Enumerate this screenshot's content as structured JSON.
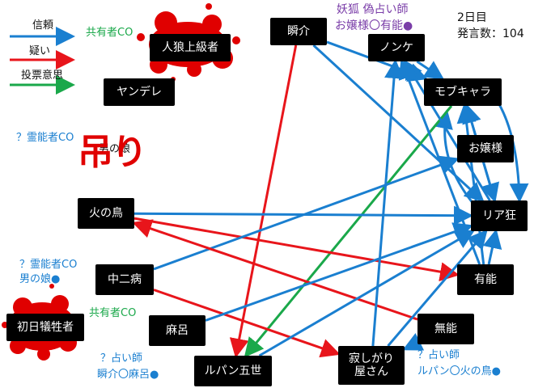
{
  "legend": {
    "trust": "信頼",
    "doubt": "疑い",
    "vote": "投票意思"
  },
  "day": {
    "line1": "2日目",
    "line2": "発言数：104"
  },
  "nodes": {
    "jinro": "人狼上級者",
    "yandere": "ヤンデレ",
    "otokonoko": "男の娘",
    "shunsuke": "瞬介",
    "nonke": "ノンケ",
    "mobu": "モブキャラ",
    "ojousama": "お嬢様",
    "riajuu": "リア狂",
    "hinotori": "火の鳥",
    "chuuni": "中二病",
    "yuunou": "有能",
    "shonichi": "初日犠牲者",
    "maro": "麻呂",
    "munou": "無能",
    "lupin": "ルパン五世",
    "sabishigari": "寂しがり屋さん"
  },
  "labels": {
    "kyouyuu_top": "共有者CO",
    "kyouyuu_bottom": "共有者CO",
    "reinou_left": "？霊能者CO",
    "reinou_lower_1": "？霊能者CO",
    "reinou_lower_2": "男の娘●",
    "fox_1": "妖狐 偽占い師",
    "fox_2": "お嬢様〇有能●",
    "uranai_left_1": "？占い師",
    "uranai_left_2": "瞬介〇麻呂●",
    "uranai_right_1": "？占い師",
    "uranai_right_2": "ルパン〇火の鳥●",
    "tsuri": "吊り"
  },
  "colors": {
    "trust": "#1a7fd0",
    "doubt": "#e8151b",
    "vote": "#1aa84a",
    "blood": "#e00000"
  },
  "edges": [
    {
      "from": "shunsuke",
      "to": "mobu",
      "type": "trust"
    },
    {
      "from": "shunsuke",
      "to": "riajuu",
      "type": "trust"
    },
    {
      "from": "shunsuke",
      "to": "lupin",
      "type": "doubt"
    },
    {
      "from": "nonke",
      "to": "mobu",
      "type": "trust"
    },
    {
      "from": "mobu",
      "to": "riajuu",
      "type": "trust"
    },
    {
      "from": "mobu",
      "to": "lupin",
      "type": "vote"
    },
    {
      "from": "riajuu",
      "to": "nonke",
      "type": "trust"
    },
    {
      "from": "riajuu",
      "to": "mobu",
      "type": "trust"
    },
    {
      "from": "hinotori",
      "to": "riajuu",
      "type": "trust"
    },
    {
      "from": "hinotori",
      "to": "yuunou",
      "type": "doubt"
    },
    {
      "from": "chuuni",
      "to": "ojousama",
      "type": "trust"
    },
    {
      "from": "chuuni",
      "to": "sabishigari",
      "type": "doubt"
    },
    {
      "from": "yuunou",
      "to": "riajuu",
      "type": "trust"
    },
    {
      "from": "yuunou",
      "to": "nonke",
      "type": "trust"
    },
    {
      "from": "yuunou",
      "to": "mobu",
      "type": "trust"
    },
    {
      "from": "munou",
      "to": "hinotori",
      "type": "doubt"
    },
    {
      "from": "munou",
      "to": "sabishigari",
      "type": "trust"
    },
    {
      "from": "maro",
      "to": "riajuu",
      "type": "trust"
    },
    {
      "from": "sabishigari",
      "to": "nonke",
      "type": "trust"
    },
    {
      "from": "sabishigari",
      "to": "riajuu",
      "type": "trust"
    },
    {
      "from": "lupin",
      "to": "riajuu",
      "type": "trust"
    }
  ]
}
